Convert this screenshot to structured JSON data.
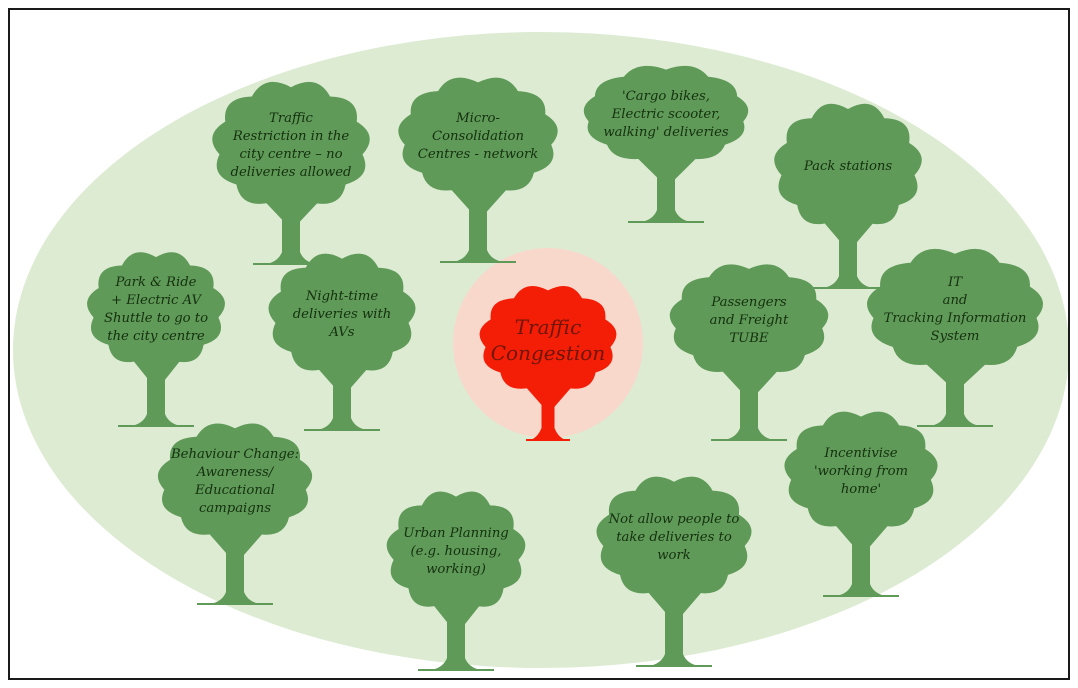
{
  "colors": {
    "background": "#ffffff",
    "ellipse": "#dcebd2",
    "tree_green": "#5f9a58",
    "center_disc": "#f9d8cc",
    "center_tree": "#f41d06",
    "label_text": "#15300f"
  },
  "center": {
    "label": "Traffic\nCongestion"
  },
  "measures": [
    {
      "id": "traffic-restriction",
      "label": "Traffic\nRestriction in the\ncity centre – no\ndeliveries allowed"
    },
    {
      "id": "micro-consolidation",
      "label": "Micro-\nConsolidation\nCentres - network"
    },
    {
      "id": "cargo-bikes",
      "label": "'Cargo bikes,\nElectric scooter,\nwalking' deliveries"
    },
    {
      "id": "pack-stations",
      "label": "Pack stations"
    },
    {
      "id": "park-ride",
      "label": "Park & Ride\n+ Electric AV\nShuttle to go to\nthe city centre"
    },
    {
      "id": "night-time",
      "label": "Night-time\ndeliveries with\nAVs"
    },
    {
      "id": "passengers-freight",
      "label": "Passengers\nand Freight\nTUBE"
    },
    {
      "id": "it-tracking",
      "label": "IT\nand\nTracking Information\nSystem"
    },
    {
      "id": "behaviour-change",
      "label": "Behaviour Change:\nAwareness/\nEducational\ncampaigns"
    },
    {
      "id": "urban-planning",
      "label": "Urban Planning\n(e.g. housing,\nworking)"
    },
    {
      "id": "no-work-deliveries",
      "label": "Not allow people to\ntake deliveries to\nwork"
    },
    {
      "id": "working-from-home",
      "label": "Incentivise\n'working from\nhome'"
    }
  ]
}
